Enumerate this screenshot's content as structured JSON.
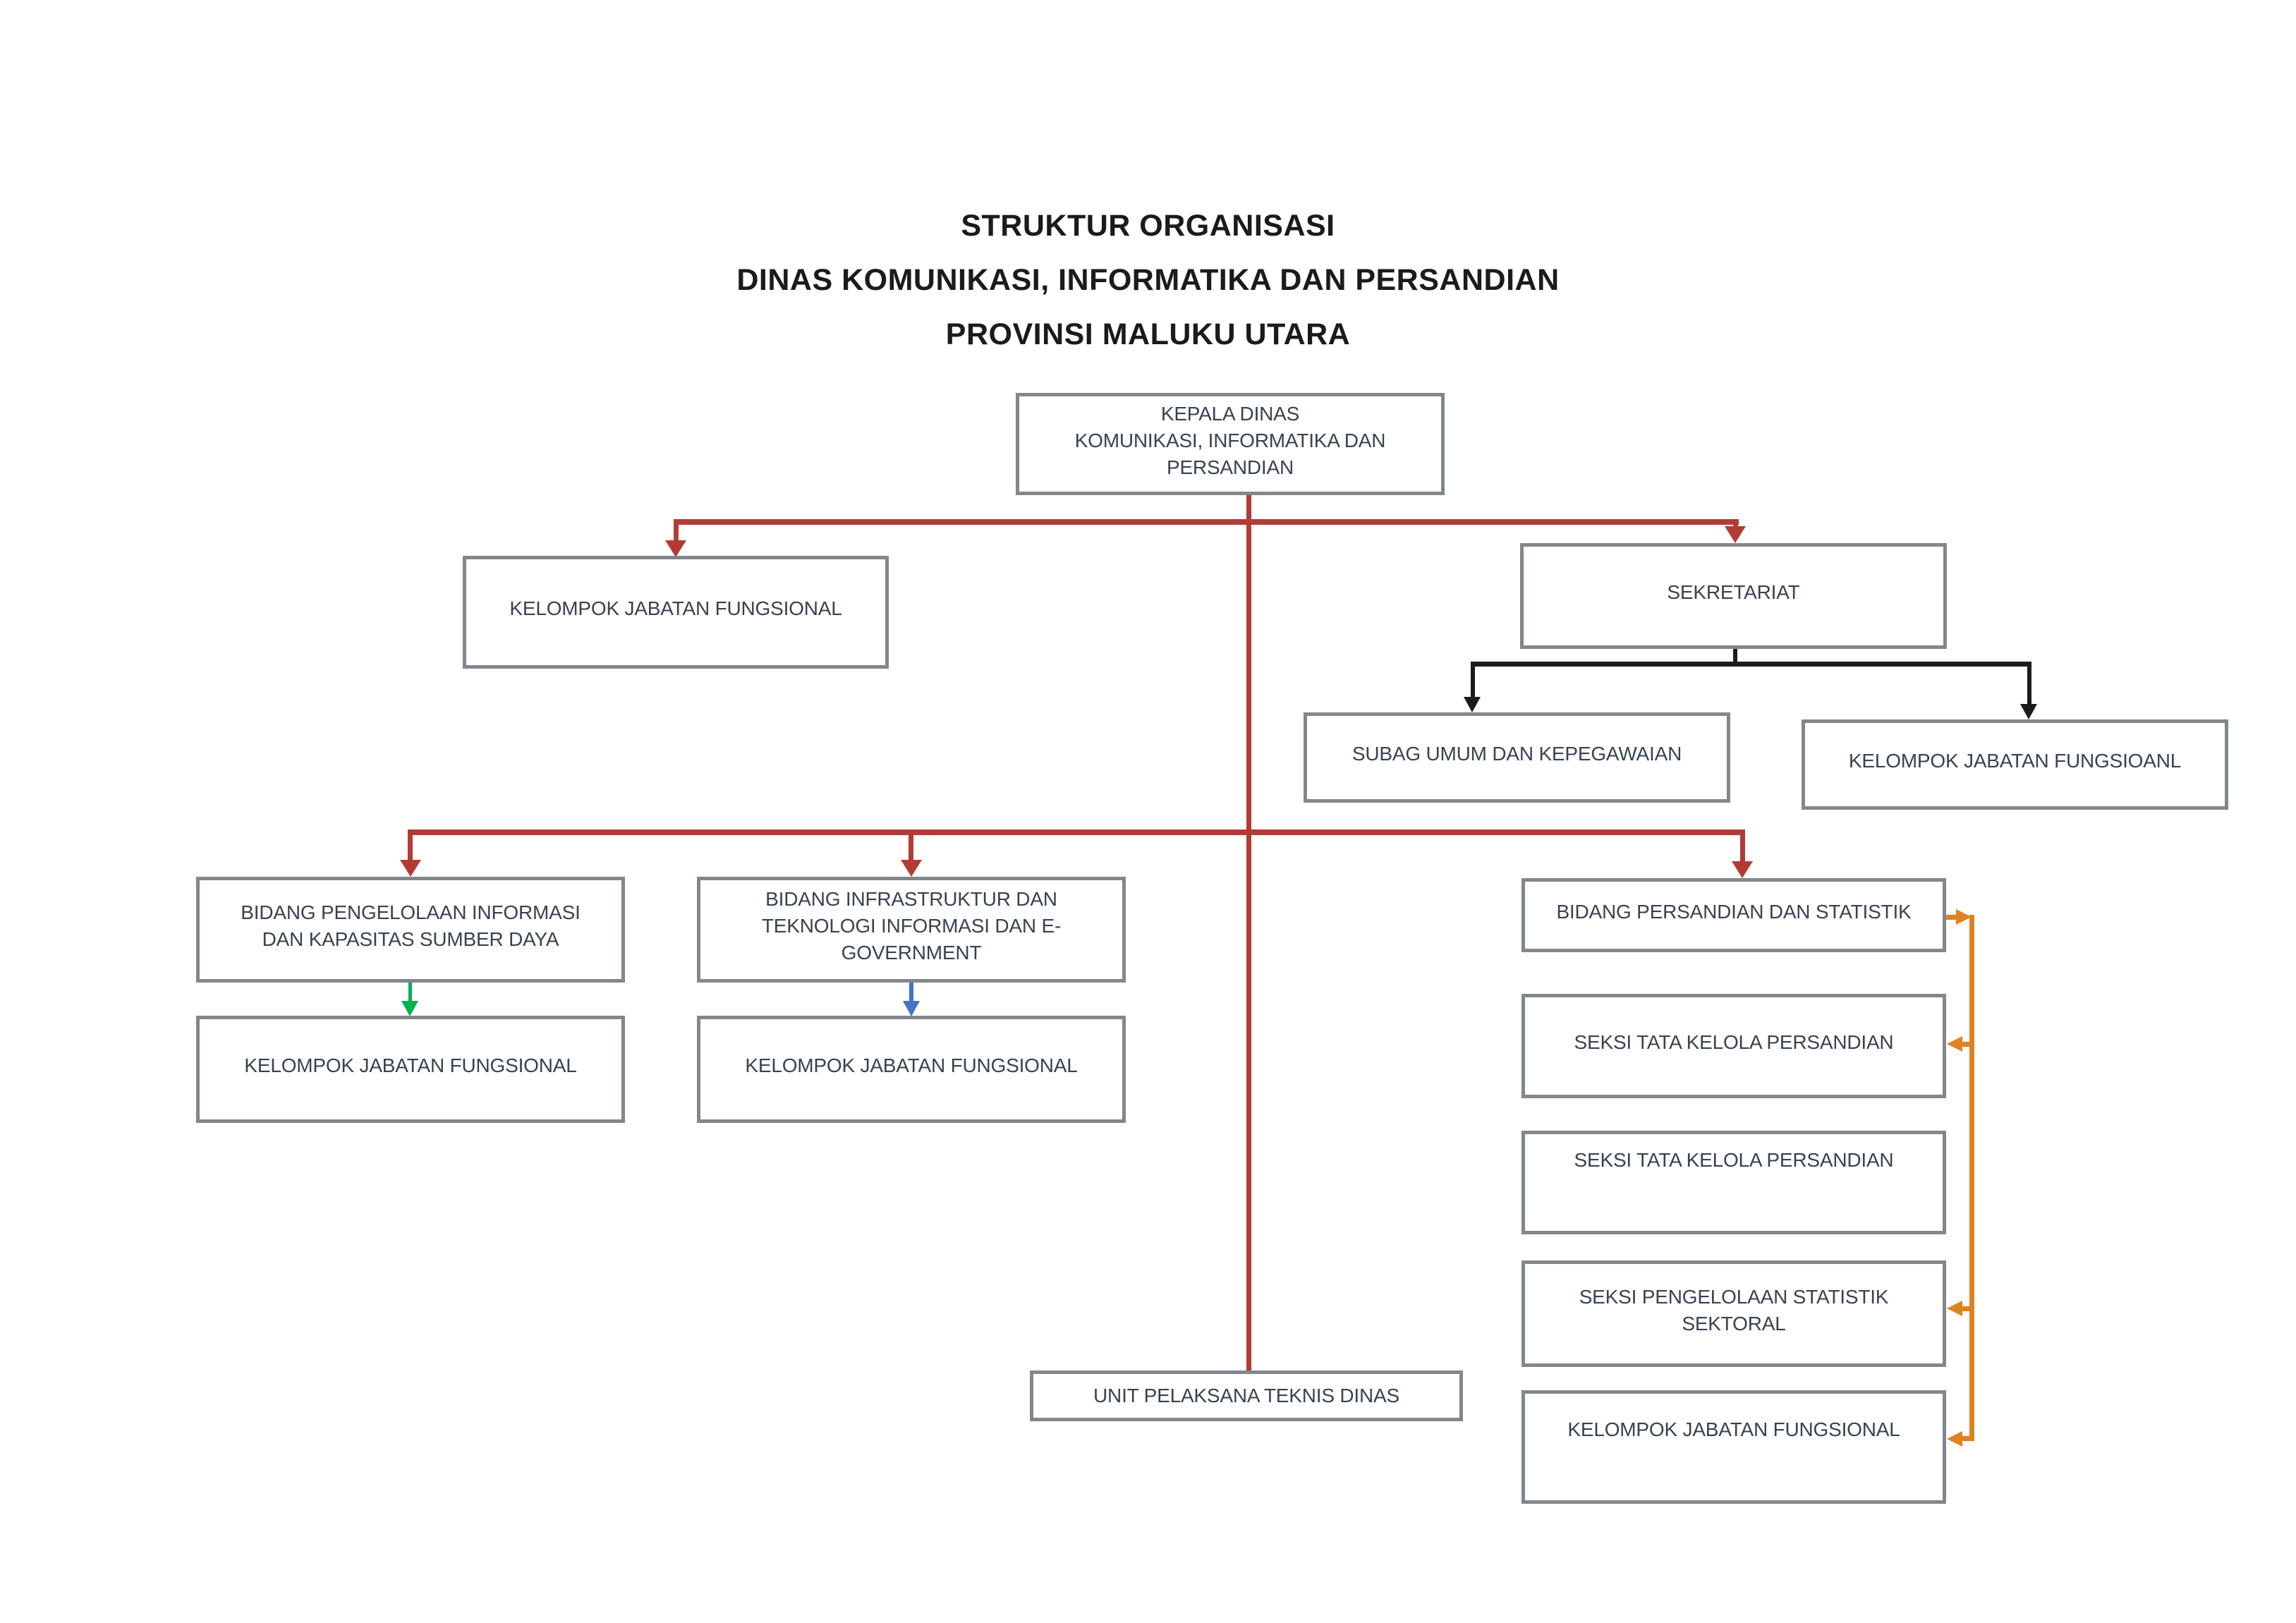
{
  "title": {
    "lines": [
      "STRUKTUR ORGANISASI",
      "DINAS KOMUNIKASI, INFORMATIKA DAN PERSANDIAN",
      "PROVINSI MALUKU UTARA"
    ]
  },
  "nodes": {
    "kepala_dinas": {
      "label": "KEPALA DINAS\nKOMUNIKASI, INFORMATIKA DAN\nPERSANDIAN"
    },
    "kelompok_jabatan_fungsional_kiri": {
      "label": "KELOMPOK JABATAN FUNGSIONAL"
    },
    "sekretariat": {
      "label": "SEKRETARIAT"
    },
    "subag_umum_dan_kepegawaian": {
      "label": "SUBAG UMUM DAN KEPEGAWAIAN"
    },
    "kelompok_jabatan_fungsioanl_sekretariat": {
      "label": "KELOMPOK JABATAN FUNGSIOANL"
    },
    "bidang_pengelolaan_informasi": {
      "label": "BIDANG PENGELOLAAN INFORMASI\nDAN KAPASITAS SUMBER DAYA"
    },
    "bidang_infrastruktur": {
      "label": "BIDANG INFRASTRUKTUR DAN\nTEKNOLOGI INFORMASI DAN E-\nGOVERNMENT"
    },
    "bidang_persandian_dan_statistik": {
      "label": "BIDANG PERSANDIAN DAN STATISTIK"
    },
    "kelompok_jabatan_fungsional_pengelolaan": {
      "label": "KELOMPOK JABATAN FUNGSIONAL"
    },
    "kelompok_jabatan_fungsional_infrastruktur": {
      "label": "KELOMPOK JABATAN FUNGSIONAL"
    },
    "seksi_tata_kelola_persandian_1": {
      "label": "SEKSI TATA KELOLA PERSANDIAN"
    },
    "seksi_tata_kelola_persandian_2": {
      "label": "SEKSI TATA KELOLA PERSANDIAN"
    },
    "seksi_pengelolaan_statistik_sektoral": {
      "label": "SEKSI PENGELOLAAN STATISTIK\nSEKTORAL"
    },
    "kelompok_jabatan_fungsional_persandian": {
      "label": "KELOMPOK JABATAN FUNGSIONAL"
    },
    "unit_pelaksana_teknis_dinas": {
      "label": "UNIT PELAKSANA TEKNIS DINAS"
    }
  },
  "colors": {
    "connector_red": "#B23C35",
    "connector_black": "#1C1C1C",
    "connector_green": "#00B050",
    "connector_blue": "#4472C4",
    "connector_orange": "#E08220",
    "box_border": "#82878D",
    "box_text": "#374351",
    "title_text": "#1B1B1B",
    "background": "#FFFFFF"
  }
}
